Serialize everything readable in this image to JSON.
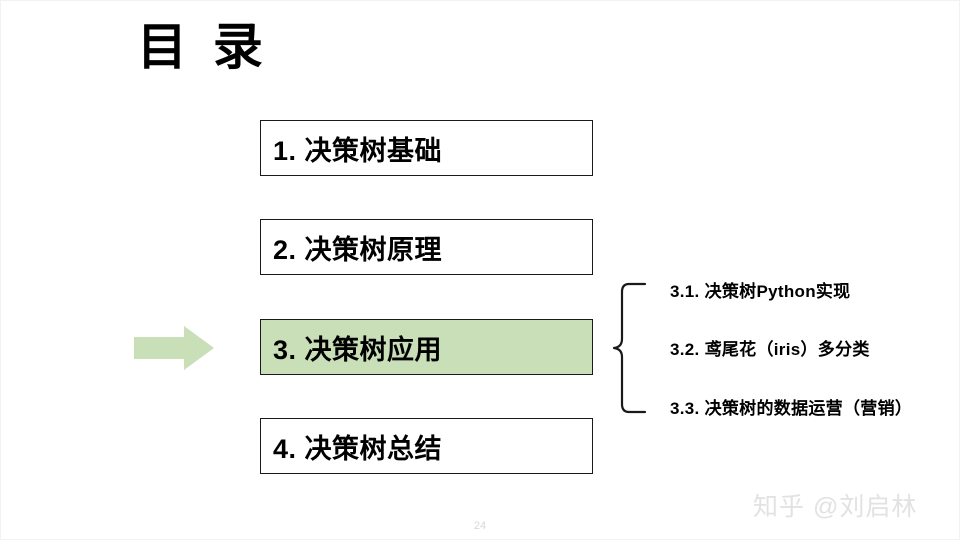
{
  "slide": {
    "title": "目 录",
    "page_number": "24",
    "watermark": "知乎 @刘启林",
    "colors": {
      "highlight_fill": "#c9dfb7",
      "arrow_fill": "#c9dfb7",
      "box_border": "#1a1a1a",
      "text": "#000000",
      "watermark": "#e2e2e2"
    }
  },
  "outline": {
    "items": [
      {
        "id": "1",
        "label": "1. 决策树基础",
        "highlighted": false
      },
      {
        "id": "2",
        "label": "2. 决策树原理",
        "highlighted": false
      },
      {
        "id": "3",
        "label": "3. 决策树应用",
        "highlighted": true
      },
      {
        "id": "4",
        "label": "4. 决策树总结",
        "highlighted": false
      }
    ]
  },
  "sub_outline": {
    "parent": "3. 决策树应用",
    "items": [
      {
        "id": "3.1",
        "label": "3.1. 决策树Python实现"
      },
      {
        "id": "3.2",
        "label": "3.2. 鸢尾花（iris）多分类"
      },
      {
        "id": "3.3",
        "label": "3.3. 决策树的数据运营（营销）"
      }
    ]
  }
}
